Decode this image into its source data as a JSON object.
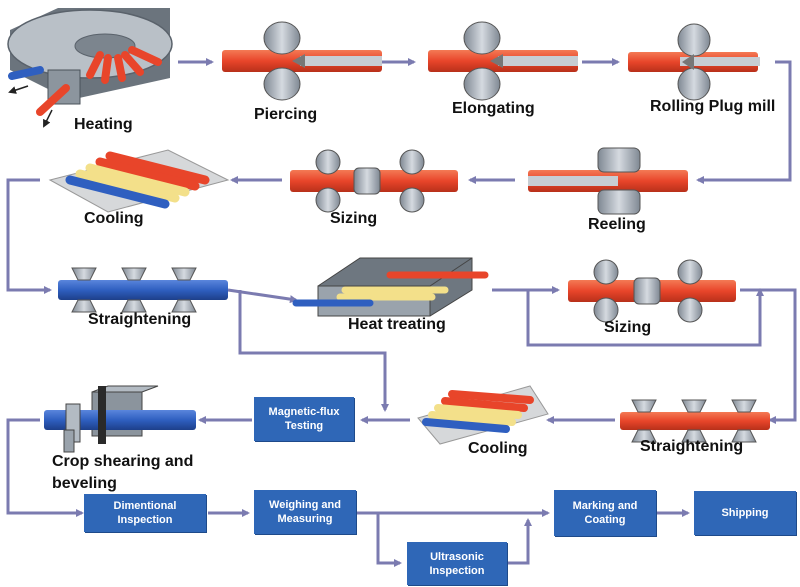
{
  "labels": {
    "heating": "Heating",
    "piercing": "Piercing",
    "elongating": "Elongating",
    "rolling_plug_mill": "Rolling Plug mill",
    "cooling_1": "Cooling",
    "sizing_1": "Sizing",
    "reeling": "Reeling",
    "straightening_1": "Straightening",
    "heat_treating": "Heat treating",
    "sizing_2": "Sizing",
    "crop_line1": "Crop shearing and",
    "crop_line2": "beveling",
    "cooling_2": "Cooling",
    "straightening_2": "Straightening"
  },
  "boxes": {
    "magnetic_flux": "Magnetic-flux Testing",
    "dimensional": "Dimentional Inspection",
    "weighing": "Weighing and Measuring",
    "ultrasonic": "Ultrasonic Inspection",
    "marking": "Marking and Coating",
    "shipping": "Shipping"
  },
  "colors": {
    "arrow": "#7b7bb0",
    "hot_pipe": "#e8452a",
    "cool_pipe_blue": "#2f5fc0",
    "box": "#2f67b7",
    "roller": "#a9b1bb",
    "plate": "#d6d8da"
  }
}
